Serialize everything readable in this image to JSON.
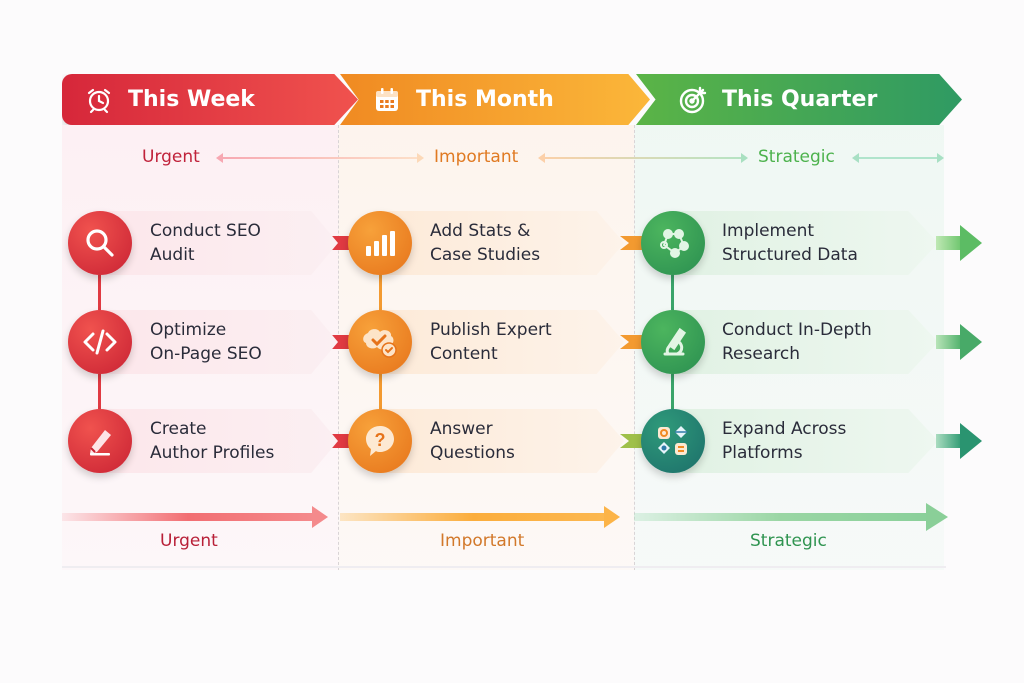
{
  "columns": [
    {
      "header": "This Week",
      "header_icon": "alarm-clock-icon",
      "priority": "Urgent",
      "color": "#d6273a",
      "tasks": [
        {
          "line1": "Conduct SEO",
          "line2": "Audit",
          "icon": "magnifier-icon"
        },
        {
          "line1": "Optimize",
          "line2": "On-Page SEO",
          "icon": "code-icon"
        },
        {
          "line1": "Create",
          "line2": "Author Profiles",
          "icon": "pen-icon"
        }
      ]
    },
    {
      "header": "This Month",
      "header_icon": "calendar-icon",
      "priority": "Important",
      "color": "#f08a22",
      "tasks": [
        {
          "line1": "Add Stats &",
          "line2": "Case Studies",
          "icon": "bar-chart-icon"
        },
        {
          "line1": "Publish Expert",
          "line2": "Content",
          "icon": "badge-check-icon"
        },
        {
          "line1": "Answer",
          "line2": "Questions",
          "icon": "question-bubble-icon"
        }
      ]
    },
    {
      "header": "This Quarter",
      "header_icon": "target-icon",
      "priority": "Strategic",
      "color": "#3aa46a",
      "tasks": [
        {
          "line1": "Implement",
          "line2": "Structured Data",
          "icon": "network-nodes-icon"
        },
        {
          "line1": "Conduct In-Depth",
          "line2": "Research",
          "icon": "microscope-icon"
        },
        {
          "line1": "Expand Across",
          "line2": "Platforms",
          "icon": "platform-apps-icon"
        }
      ]
    }
  ],
  "bottom_labels": [
    "Urgent",
    "Important",
    "Strategic"
  ]
}
